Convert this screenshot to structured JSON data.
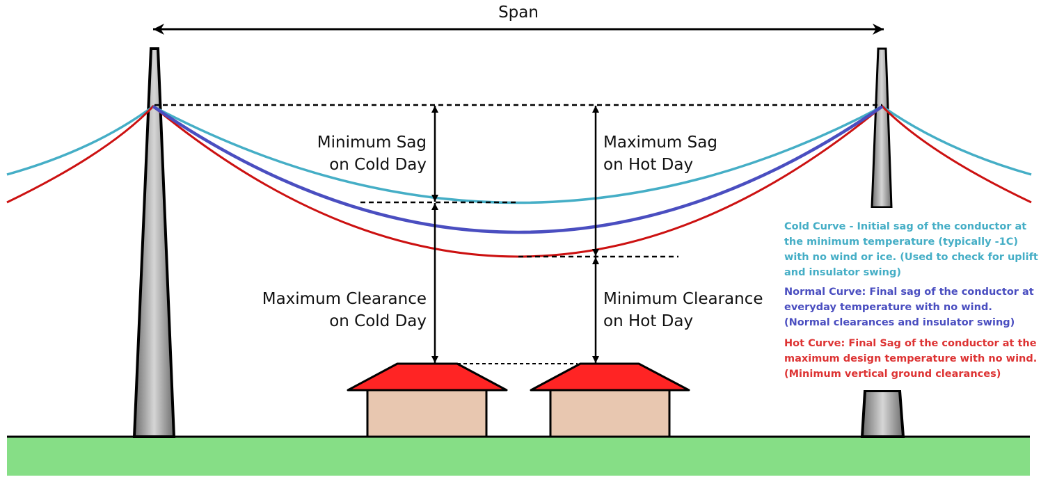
{
  "labels": {
    "span": "Span",
    "min_sag_1": "Minimum Sag",
    "min_sag_2": "on Cold Day",
    "max_sag_1": "Maximum Sag",
    "max_sag_2": "on Hot Day",
    "max_clear_1": "Maximum Clearance",
    "max_clear_2": "on Cold Day",
    "min_clear_1": "Minimum Clearance",
    "min_clear_2": "on Hot Day"
  },
  "legend": {
    "cold": [
      "Cold Curve - Initial sag of the conductor at",
      "the minimum temperature (typically -1C)",
      "with no wind or ice. (Used to check for uplift",
      "and insulator swing)"
    ],
    "normal": [
      "Normal Curve: Final sag of the conductor at",
      "everyday temperature with no wind.",
      "(Normal clearances and insulator swing)"
    ],
    "hot": [
      "Hot Curve: Final Sag of the conductor at the",
      "maximum design temperature with no wind.",
      "(Minimum vertical ground clearances)"
    ]
  },
  "colors": {
    "cold": "#45aec6",
    "normal": "#4a4ec0",
    "hot": "#cc1111",
    "ground": "#86de86",
    "roof": "#ff2424",
    "wall": "#e8c7b0"
  }
}
